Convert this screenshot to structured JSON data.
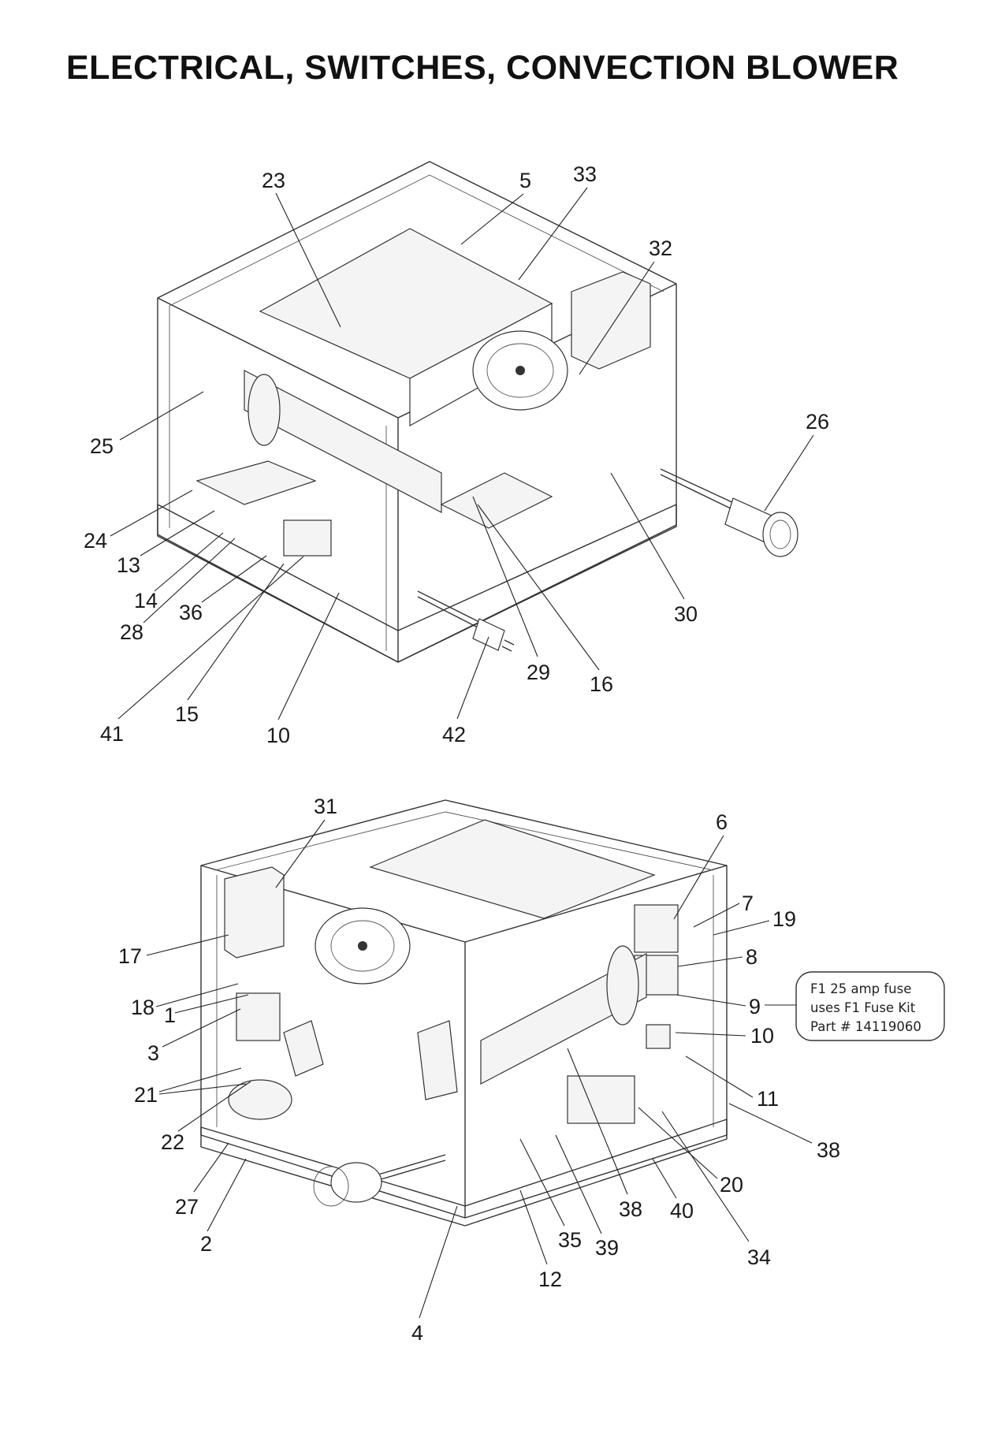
{
  "title": "ELECTRICAL, SWITCHES, CONVECTION BLOWER",
  "note": {
    "lines": [
      "F1 25 amp fuse",
      "uses F1 Fuse Kit",
      "Part # 14119060"
    ]
  },
  "views": [
    {
      "name": "upper-view",
      "callouts": [
        "23",
        "5",
        "33",
        "32",
        "26",
        "25",
        "24",
        "13",
        "14",
        "36",
        "28",
        "41",
        "15",
        "10",
        "42",
        "29",
        "16",
        "30"
      ]
    },
    {
      "name": "lower-view",
      "callouts": [
        "31",
        "6",
        "7",
        "19",
        "17",
        "8",
        "18",
        "1",
        "9",
        "3",
        "10",
        "11",
        "21",
        "38",
        "22",
        "20",
        "27",
        "40",
        "38",
        "2",
        "35",
        "39",
        "34",
        "12",
        "4"
      ]
    }
  ]
}
